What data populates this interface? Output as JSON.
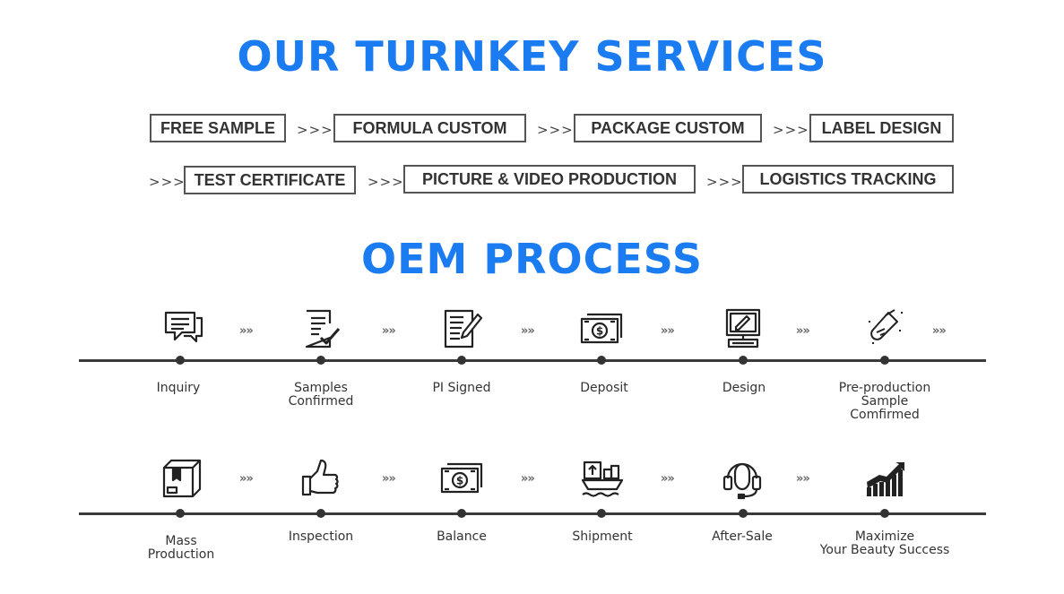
{
  "turnkey": {
    "title": "OUR TURNKEY SERVICES",
    "separator": ">>>",
    "row1": [
      "FREE SAMPLE",
      "FORMULA CUSTOM",
      "PACKAGE CUSTOM",
      "LABEL DESIGN"
    ],
    "row2": [
      "TEST CERTIFICATE",
      "PICTURE & VIDEO PRODUCTION",
      "LOGISTICS TRACKING"
    ]
  },
  "oem": {
    "title": "OEM PROCESS",
    "arrow": "»»",
    "row1": [
      {
        "label": "Inquiry",
        "icon": "chat-bubbles-icon"
      },
      {
        "label": "Samples\nConfirmed",
        "icon": "checklist-icon"
      },
      {
        "label": "PI Signed",
        "icon": "document-pen-icon"
      },
      {
        "label": "Deposit",
        "icon": "dollar-bills-icon"
      },
      {
        "label": "Design",
        "icon": "computer-design-icon"
      },
      {
        "label": "Pre-production\nSample\nComfirmed",
        "icon": "test-tube-icon"
      }
    ],
    "row2": [
      {
        "label": "Mass\nProduction",
        "icon": "package-box-icon"
      },
      {
        "label": "Inspection",
        "icon": "thumbs-up-icon"
      },
      {
        "label": "Balance",
        "icon": "dollar-bills-icon"
      },
      {
        "label": "Shipment",
        "icon": "cargo-ship-icon"
      },
      {
        "label": "After-Sale",
        "icon": "headset-icon"
      },
      {
        "label": "Maximize\nYour Beauty Success",
        "icon": "growth-chart-icon"
      }
    ]
  }
}
